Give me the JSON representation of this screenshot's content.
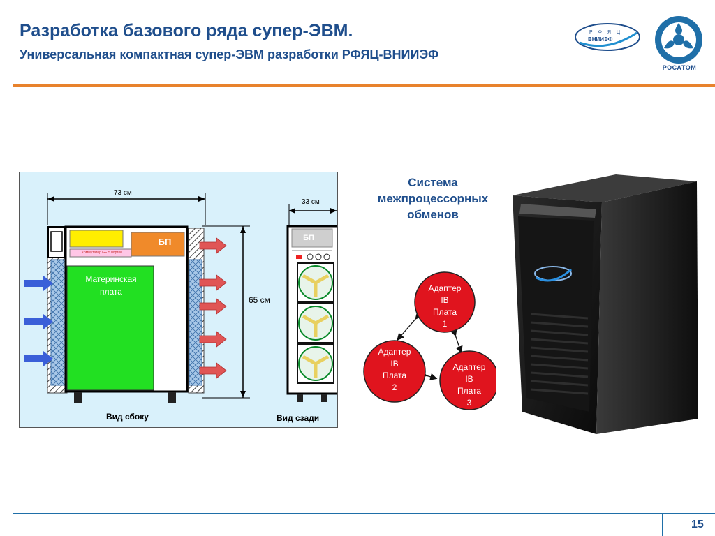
{
  "header": {
    "title": "Разработка базового ряда супер-ЭВМ.",
    "subtitle": "Универсальная компактная супер-ЭВМ разработки РФЯЦ-ВНИИЭФ"
  },
  "logos": {
    "vniief_top": "Р Ф Я Ц",
    "vniief_bottom": "ВНИИЭФ",
    "rosatom": "РОСАТОМ"
  },
  "diagram": {
    "width_label": "73 см",
    "rear_width_label": "33 см",
    "height_label": "65 см",
    "psu_label": "БП",
    "psu_rear_label": "БП",
    "switch_label": "Коммутатор GE 5 портов",
    "motherboard_label_line1": "Материнская",
    "motherboard_label_line2": "плата",
    "side_view_label": "Вид сбоку",
    "rear_view_label": "Вид сзади"
  },
  "network": {
    "title_line1": "Система",
    "title_line2": "межпроцессорных",
    "title_line3": "обменов",
    "nodes": [
      {
        "l1": "Адаптер",
        "l2": "IB",
        "l3": "Плата",
        "l4": "1"
      },
      {
        "l1": "Адаптер",
        "l2": "IB",
        "l3": "Плата",
        "l4": "2"
      },
      {
        "l1": "Адаптер",
        "l2": "IB",
        "l3": "Плата",
        "l4": "3"
      }
    ]
  },
  "footer": {
    "page_number": "15"
  },
  "colors": {
    "title": "#1f4e8c",
    "accent_orange": "#e8822c",
    "diagram_bg": "#d9f1fb",
    "motherboard": "#22e022",
    "psu": "#f08a2a",
    "node_red": "#e0141e",
    "arrow_blue": "#3a5fd8",
    "arrow_red": "#e05555"
  }
}
